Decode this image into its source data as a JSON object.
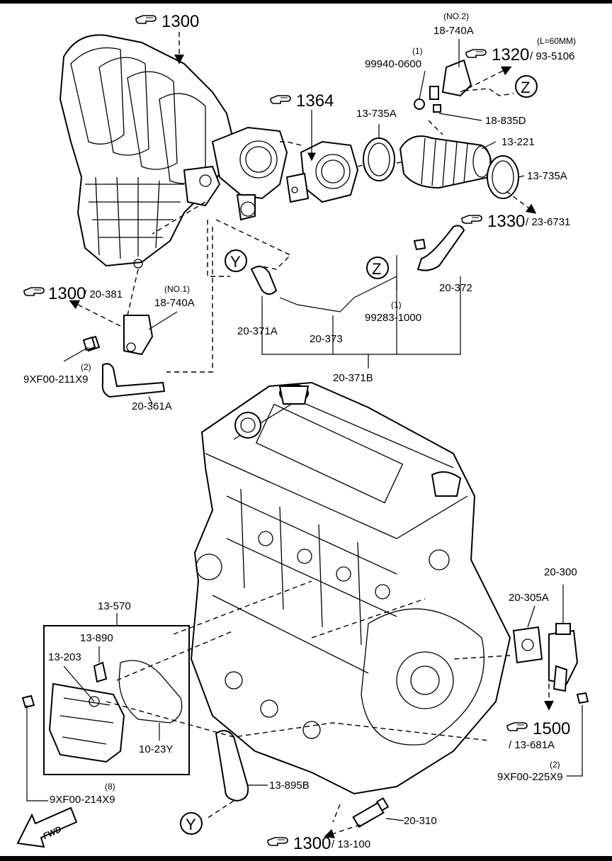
{
  "refs": {
    "r1300_top": "1300",
    "r1364": "1364",
    "r1320": "1320",
    "r1320_sub": "/ 93-5106",
    "r1320_note": "(L=60MM)",
    "r1330": "1330",
    "r1330_sub": "/ 23-6731",
    "r1300_left": "1300",
    "r1300_left_sub": "/ 20-381",
    "r1500": "1500",
    "r1500_sub": "/ 13-681A",
    "r1300_bottom": "1300",
    "r1300_bottom_sub": "/ 13-100"
  },
  "parts": {
    "p18_740A_no2_q": "(NO.2)",
    "p18_740A_top": "18-740A",
    "p99940_q": "(1)",
    "p99940": "99940-0600",
    "p13_735A_left": "13-735A",
    "p18_835D": "18-835D",
    "p13_221": "13-221",
    "p13_735A_right": "13-735A",
    "p20_372": "20-372",
    "p99283_q": "(1)",
    "p99283": "99283-1000",
    "p20_371A": "20-371A",
    "p20_373": "20-373",
    "p20_371B": "20-371B",
    "p18_740A_no1_q": "(NO.1)",
    "p18_740A_left": "18-740A",
    "p9XF00_211_q": "(2)",
    "p9XF00_211": "9XF00-211X9",
    "p20_361A": "20-361A",
    "p13_570": "13-570",
    "p13_890": "13-890",
    "p13_203": "13-203",
    "p10_23Y": "10-23Y",
    "p9XF00_214_q": "(8)",
    "p9XF00_214": "9XF00-214X9",
    "p13_895B": "13-895B",
    "p20_300": "20-300",
    "p20_305A": "20-305A",
    "p9XF00_225_q": "(2)",
    "p9XF00_225": "9XF00-225X9",
    "p20_310": "20-310"
  },
  "callouts": {
    "z_top": "Z",
    "z_mid": "Z",
    "y_mid": "Y",
    "y_bottom": "Y"
  },
  "fwd": "FWD",
  "icons": {
    "reference": "pointing-hand-icon",
    "forward": "forward-arrow-icon"
  }
}
